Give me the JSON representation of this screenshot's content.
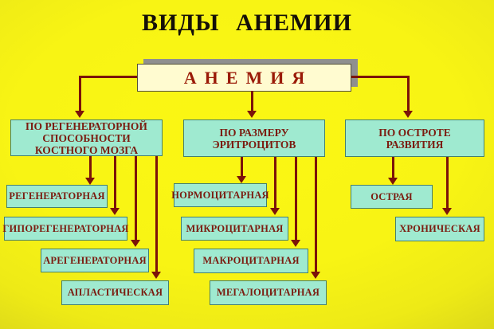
{
  "title": "ВИДЫ АНЕМИИ",
  "root_label": "АНЕМИЯ",
  "branches": [
    {
      "header": "ПО РЕГЕНЕРАТОРНОЙ\nСПОСОБНОСТИ\nКОСТНОГО МОЗГА",
      "items": [
        "РЕГЕНЕРАТОРНАЯ",
        "ГИПОРЕГЕНЕРАТОРНАЯ",
        "АРЕГЕНЕРАТОРНАЯ",
        "АПЛАСТИЧЕСКАЯ"
      ]
    },
    {
      "header": "ПО РАЗМЕРУ\nЭРИТРОЦИТОВ",
      "items": [
        "НОРМОЦИТАРНАЯ",
        "МИКРОЦИТАРНАЯ",
        "МАКРОЦИТАРНАЯ",
        "МЕГАЛОЦИТАРНАЯ"
      ]
    },
    {
      "header": "ПО ОСТРОТЕ\nРАЗВИТИЯ",
      "items": [
        "ОСТРАЯ",
        "ХРОНИЧЕСКАЯ"
      ]
    }
  ],
  "colors": {
    "background_center": "#f8f414",
    "background_edge": "#b1ae20",
    "node_fill": "#9fead0",
    "node_border": "#47806d",
    "root_fill": "#fffbd0",
    "root_shadow": "#8f8f8f",
    "connector_red": "#7b1309",
    "node_text": "#7b1c10",
    "root_text": "#9a1a07",
    "title_color": "#151008"
  }
}
